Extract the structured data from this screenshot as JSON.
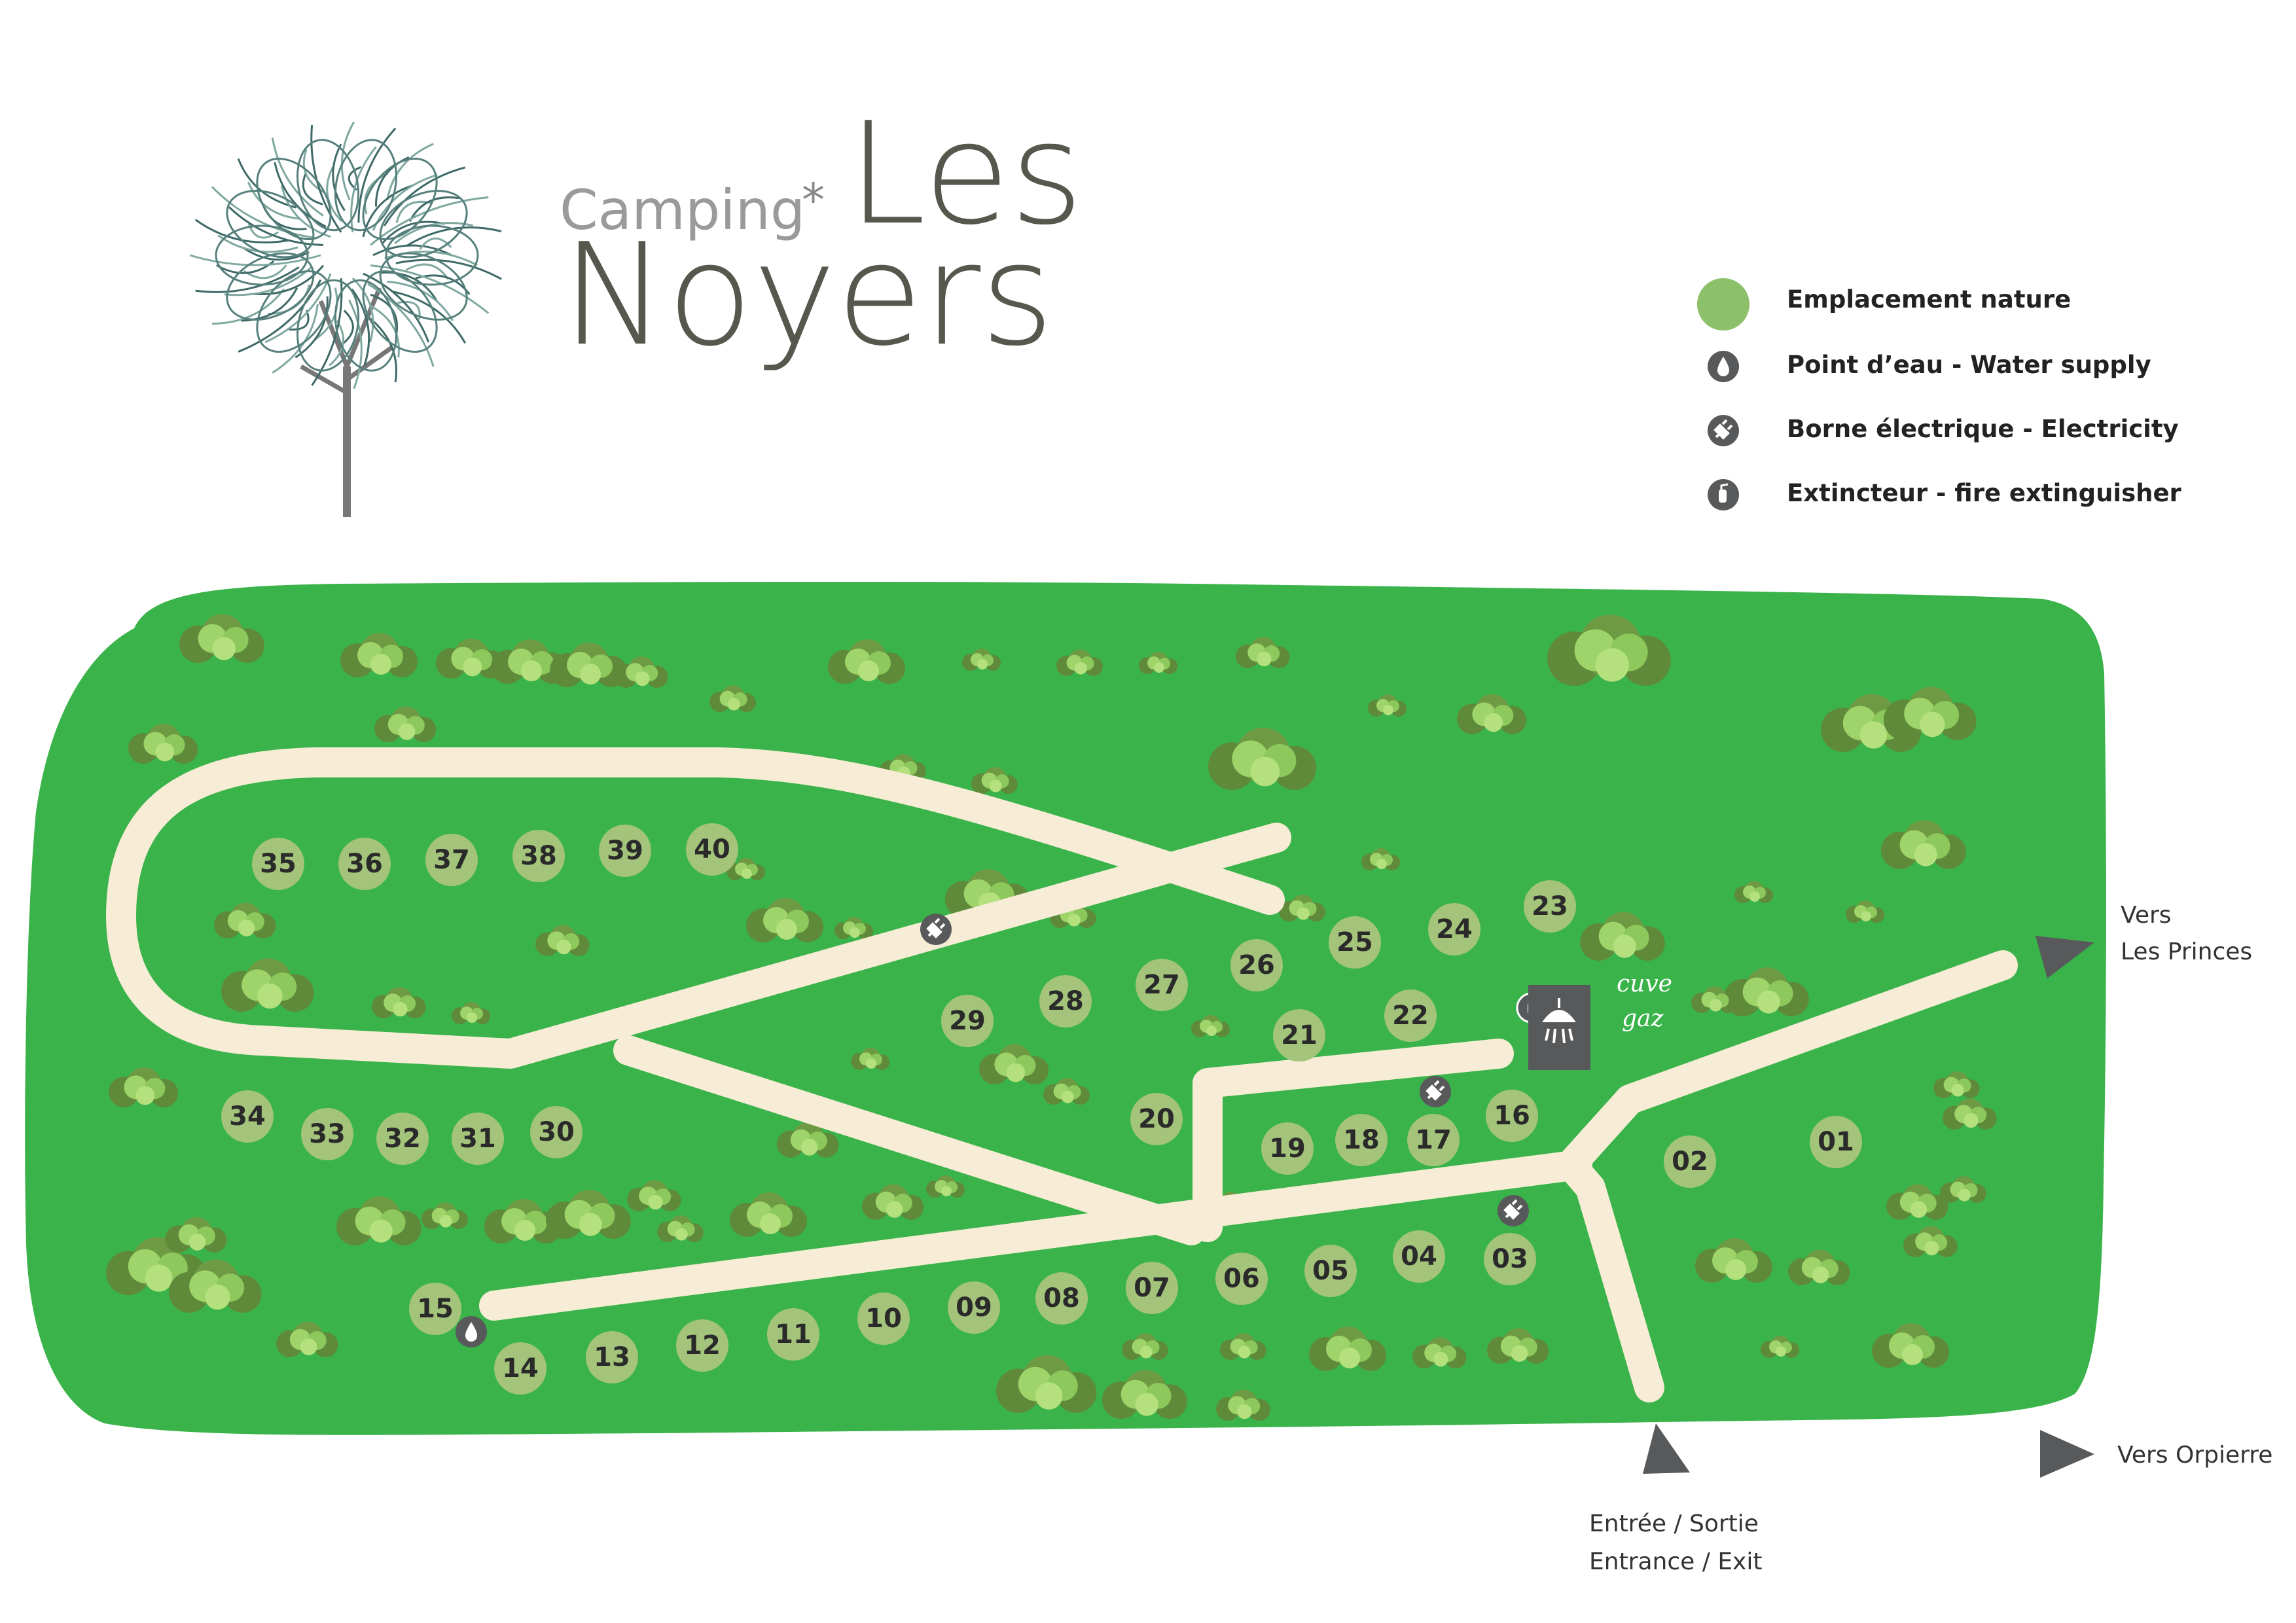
{
  "logo": {
    "prefix": "Camping",
    "star": "*",
    "name_line1": "Les",
    "name_line2": "Noyers"
  },
  "legend": [
    {
      "icon": "pitch-dot-icon",
      "label": "Emplacement nature"
    },
    {
      "icon": "water-drop-icon",
      "label": "Point d’eau - Water supply"
    },
    {
      "icon": "electric-plug-icon",
      "label": "Borne électrique - Electricity"
    },
    {
      "icon": "fire-extinguisher-icon",
      "label": "Extincteur - fire extinguisher"
    }
  ],
  "colors": {
    "field": "#3ab44a",
    "pitch": "#a3c47a",
    "road": "#f7ecd5",
    "icon": "#58595b",
    "bush_dark": "#5e8a3a",
    "bush_light": "#9ed46a"
  },
  "pitches": [
    {
      "label": "01"
    },
    {
      "label": "02"
    },
    {
      "label": "03"
    },
    {
      "label": "04"
    },
    {
      "label": "05"
    },
    {
      "label": "06"
    },
    {
      "label": "07"
    },
    {
      "label": "08"
    },
    {
      "label": "09"
    },
    {
      "label": "10"
    },
    {
      "label": "11"
    },
    {
      "label": "12"
    },
    {
      "label": "13"
    },
    {
      "label": "14"
    },
    {
      "label": "15"
    },
    {
      "label": "16"
    },
    {
      "label": "17"
    },
    {
      "label": "18"
    },
    {
      "label": "19"
    },
    {
      "label": "20"
    },
    {
      "label": "21"
    },
    {
      "label": "22"
    },
    {
      "label": "23"
    },
    {
      "label": "24"
    },
    {
      "label": "25"
    },
    {
      "label": "26"
    },
    {
      "label": "27"
    },
    {
      "label": "28"
    },
    {
      "label": "29"
    },
    {
      "label": "30"
    },
    {
      "label": "31"
    },
    {
      "label": "32"
    },
    {
      "label": "33"
    },
    {
      "label": "34"
    },
    {
      "label": "35"
    },
    {
      "label": "36"
    },
    {
      "label": "37"
    },
    {
      "label": "38"
    },
    {
      "label": "39"
    },
    {
      "label": "40"
    }
  ],
  "facility": {
    "gas_label_1": "cuve",
    "gas_label_2": "gaz"
  },
  "directions": {
    "princes_1": "Vers",
    "princes_2": "Les Princes",
    "orpierre": "Vers Orpierre",
    "entrance_1": "Entrée / Sortie",
    "entrance_2": "Entrance / Exit"
  }
}
